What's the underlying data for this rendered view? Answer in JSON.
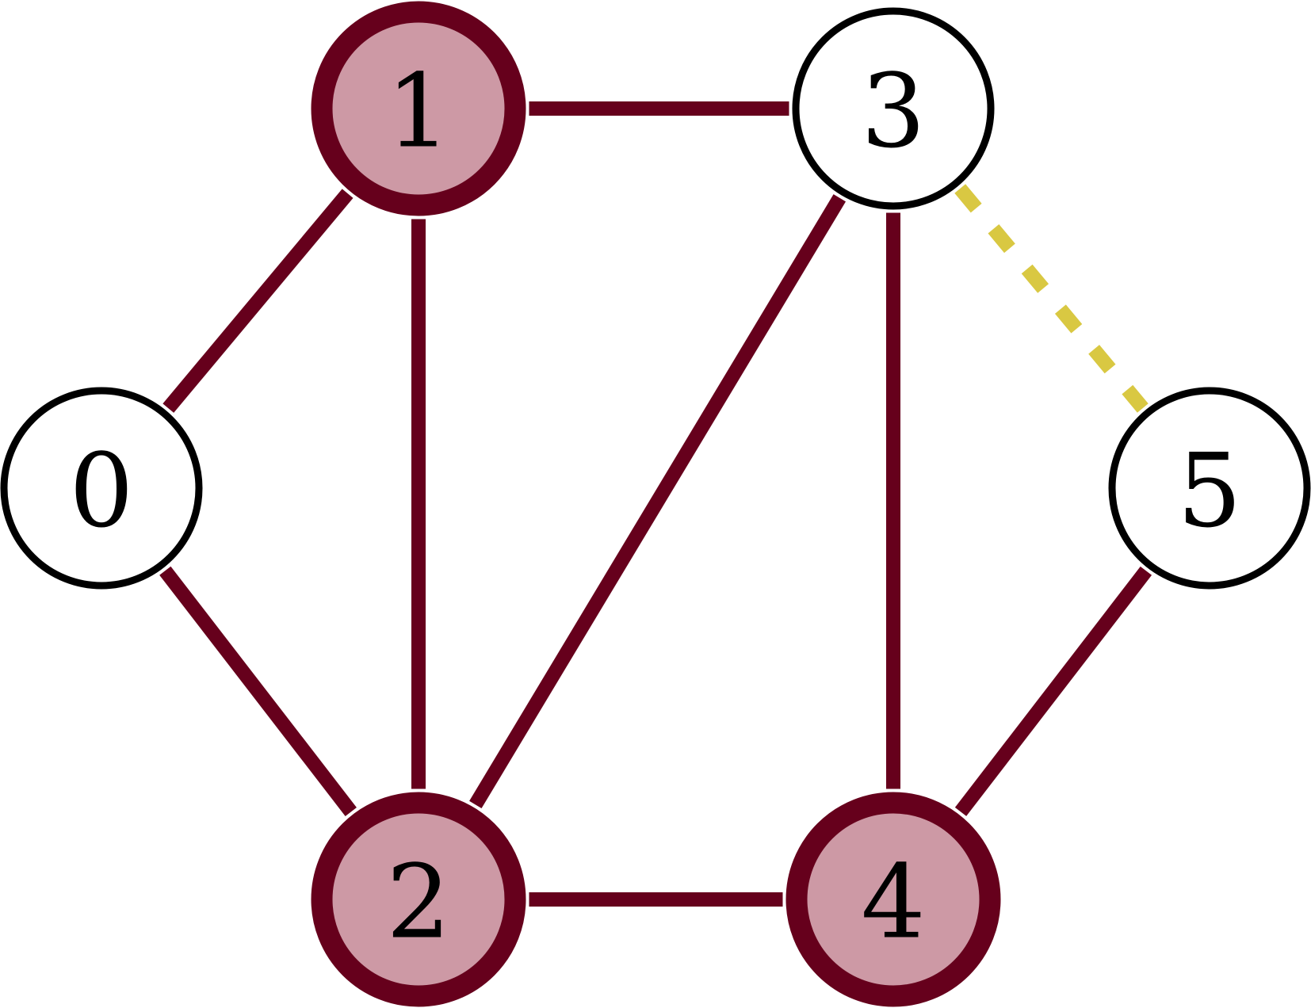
{
  "colors": {
    "edge": "#66001c",
    "dashed_edge": "#d9c842",
    "highlight_fill": "#cd99a5",
    "highlight_stroke": "#66001c",
    "plain_fill": "#ffffff",
    "plain_stroke": "#000000",
    "label": "#000000"
  },
  "graph": {
    "nodes": [
      {
        "id": "0",
        "label": "0",
        "highlighted": false
      },
      {
        "id": "1",
        "label": "1",
        "highlighted": true
      },
      {
        "id": "2",
        "label": "2",
        "highlighted": true
      },
      {
        "id": "3",
        "label": "3",
        "highlighted": false
      },
      {
        "id": "4",
        "label": "4",
        "highlighted": true
      },
      {
        "id": "5",
        "label": "5",
        "highlighted": false
      }
    ],
    "edges": [
      {
        "from": "0",
        "to": "1",
        "style": "solid"
      },
      {
        "from": "0",
        "to": "2",
        "style": "solid"
      },
      {
        "from": "1",
        "to": "2",
        "style": "solid"
      },
      {
        "from": "1",
        "to": "3",
        "style": "solid"
      },
      {
        "from": "2",
        "to": "3",
        "style": "solid"
      },
      {
        "from": "2",
        "to": "4",
        "style": "solid"
      },
      {
        "from": "3",
        "to": "4",
        "style": "solid"
      },
      {
        "from": "4",
        "to": "5",
        "style": "solid"
      },
      {
        "from": "3",
        "to": "5",
        "style": "dashed"
      }
    ]
  }
}
